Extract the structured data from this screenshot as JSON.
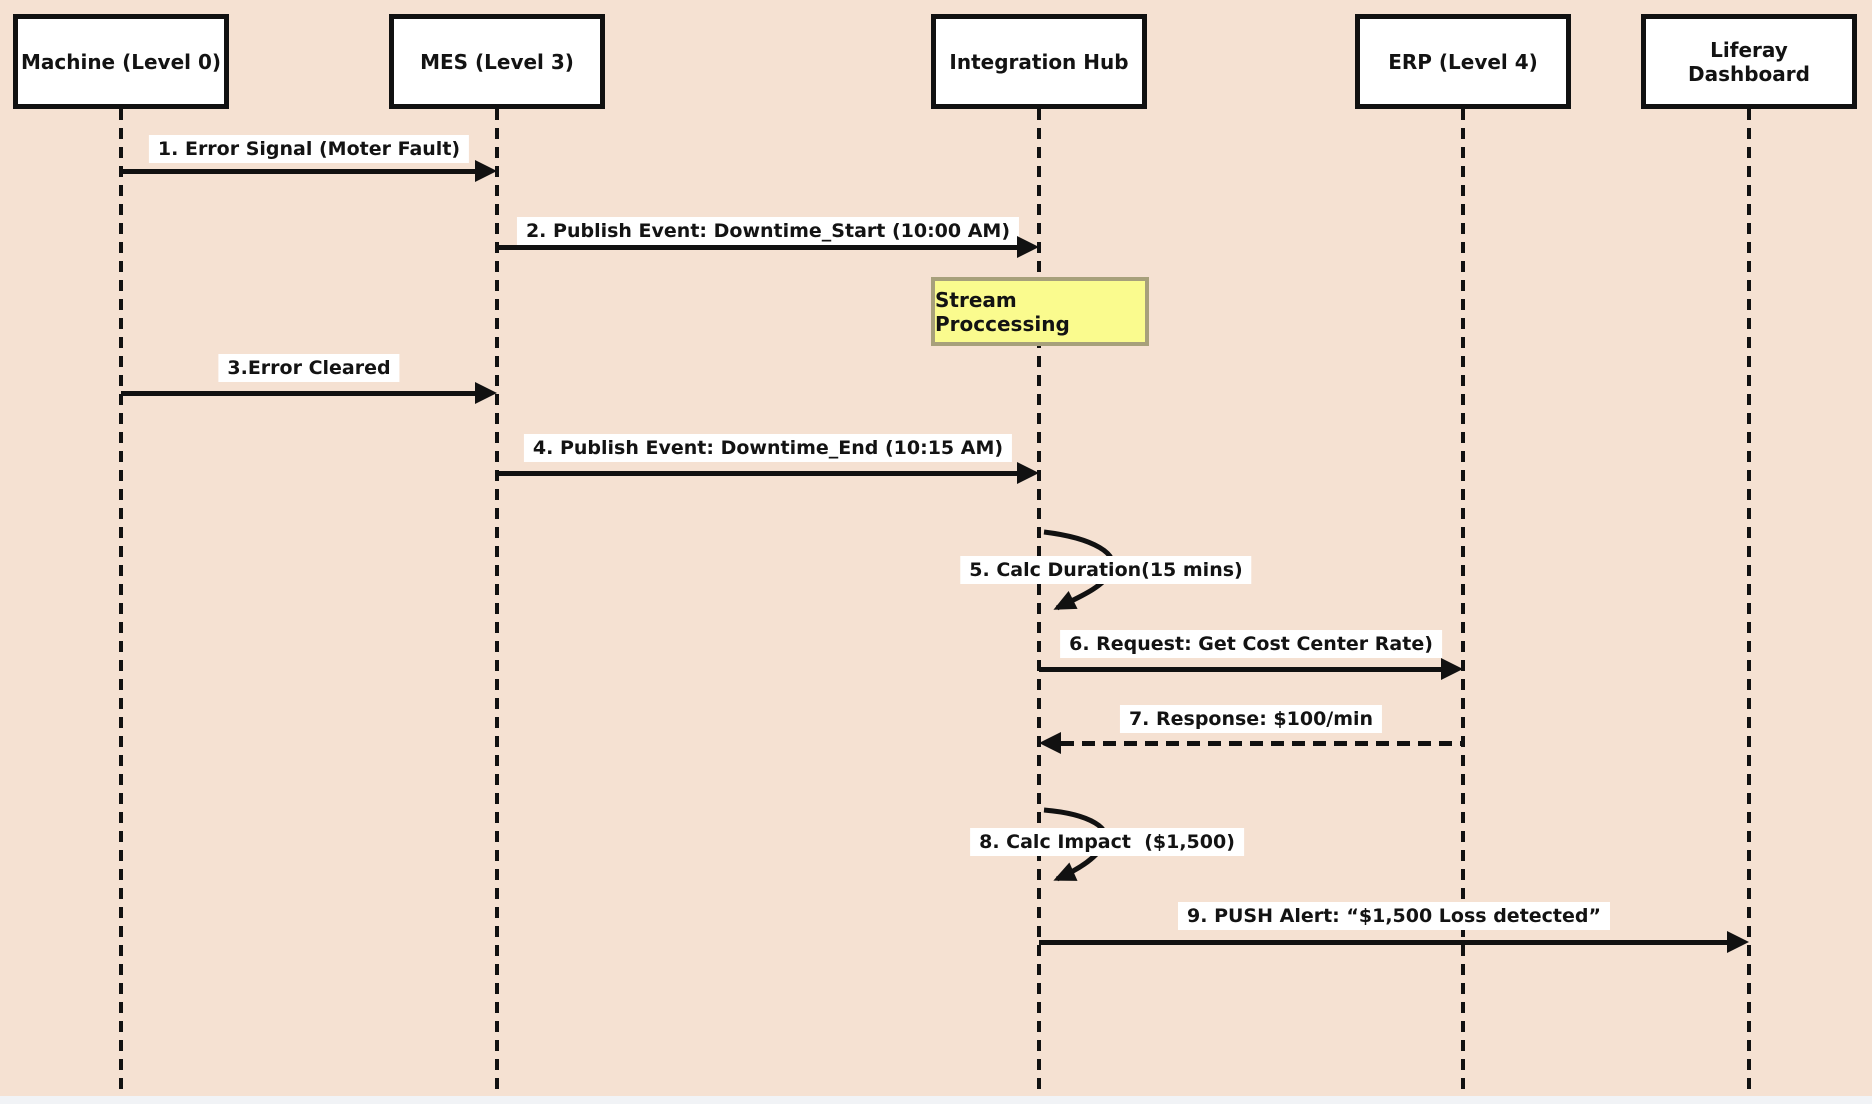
{
  "diagram": {
    "type": "sequence-diagram",
    "description": "Downtime cost calculation flow"
  },
  "colors": {
    "background": "#f5e1d2",
    "actor_fill": "#ffffff",
    "actor_border": "#111111",
    "line_color": "#111111",
    "label_background": "#ffffff",
    "note_fill": "#fafb8e",
    "note_border": "#a7a07b",
    "text_color": "#131313"
  },
  "actors": [
    {
      "id": "machine",
      "label": "Machine (Level 0)"
    },
    {
      "id": "mes",
      "label": "MES (Level 3)"
    },
    {
      "id": "integration-hub",
      "label": "Integration Hub"
    },
    {
      "id": "erp",
      "label": "ERP (Level 4)"
    },
    {
      "id": "liferay-dashboard",
      "label": "Liferay Dashboard"
    }
  ],
  "note": {
    "label": "Stream Proccessing",
    "attached_to": "Integration Hub"
  },
  "messages": [
    {
      "seq": 1,
      "from": "Machine (Level 0)",
      "to": "MES (Level 3)",
      "style": "solid",
      "label": "1. Error Signal (Moter Fault)"
    },
    {
      "seq": 2,
      "from": "MES (Level 3)",
      "to": "Integration Hub",
      "style": "solid",
      "label": "2. Publish Event: Downtime_Start (10:00 AM)"
    },
    {
      "seq": 3,
      "from": "Machine (Level 0)",
      "to": "MES (Level 3)",
      "style": "solid",
      "label": "3.Error Cleared"
    },
    {
      "seq": 4,
      "from": "MES (Level 3)",
      "to": "Integration Hub",
      "style": "solid",
      "label": "4. Publish Event: Downtime_End (10:15 AM)"
    },
    {
      "seq": 5,
      "from": "Integration Hub",
      "to": "Integration Hub",
      "style": "self",
      "label": "5. Calc Duration(15 mins)"
    },
    {
      "seq": 6,
      "from": "Integration Hub",
      "to": "ERP (Level 4)",
      "style": "solid",
      "label": "6. Request: Get Cost Center Rate)"
    },
    {
      "seq": 7,
      "from": "ERP (Level 4)",
      "to": "Integration Hub",
      "style": "dashed",
      "label": "7. Response: $100/min"
    },
    {
      "seq": 8,
      "from": "Integration Hub",
      "to": "Integration Hub",
      "style": "self",
      "label": "8. Calc Impact  ($1,500)"
    },
    {
      "seq": 9,
      "from": "Integration Hub",
      "to": "Liferay Dashboard",
      "style": "solid",
      "label": "9. PUSH Alert: “$1,500 Loss detected”"
    }
  ]
}
